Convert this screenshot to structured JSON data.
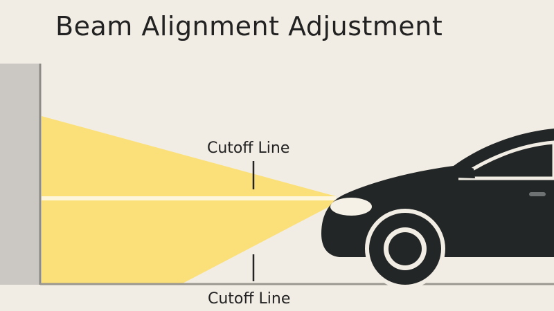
{
  "title": "Beam Alignment Adjustment",
  "labels": {
    "cutoff_top": "Cutoff Line",
    "cutoff_bottom": "Cutoff Line"
  },
  "colors": {
    "background": "#f2ede4",
    "wall": "#cbc8c3",
    "beam": "#fbe07a",
    "cutoff_line": "#fdf6dc",
    "car": "#232626",
    "headlight": "#f6f1e6",
    "wheel_rim": "#f2ede4",
    "text": "#222222"
  },
  "icons": {
    "vehicle": "car-icon",
    "wall": "wall-icon"
  }
}
